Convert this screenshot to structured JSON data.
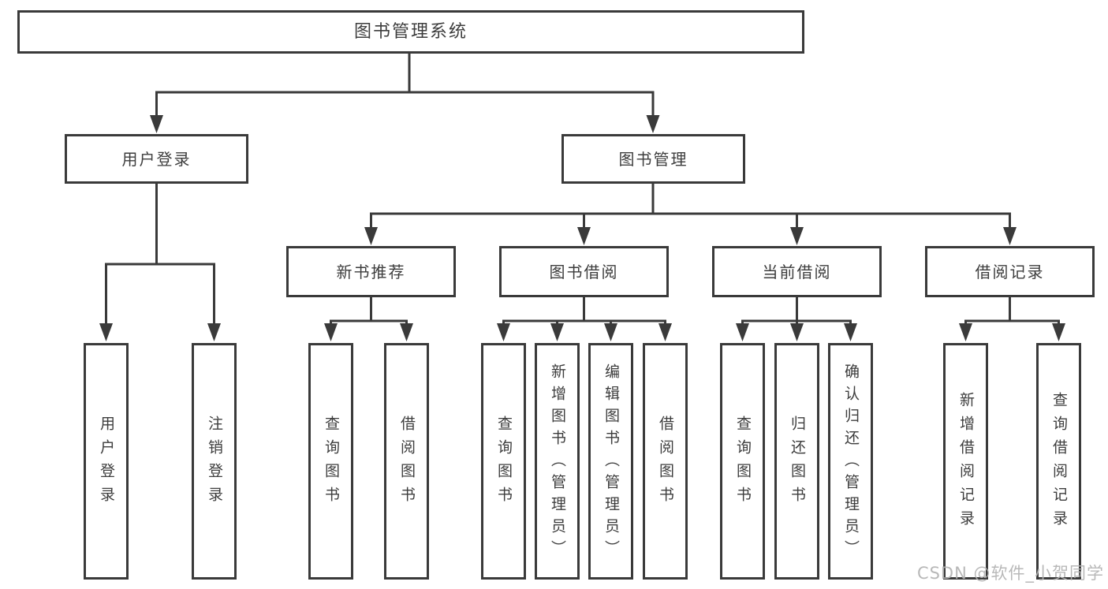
{
  "colors": {
    "line": "#3a3a3a",
    "box_border": "#3a3a3a",
    "text": "#3d3d3d",
    "background": "#ffffff",
    "watermark": "#b3b3b3"
  },
  "diagram": {
    "root": {
      "label": "图书管理系统"
    },
    "branches": [
      {
        "label": "用户登录",
        "children": [
          {
            "label": "用户登录"
          },
          {
            "label": "注销登录"
          }
        ]
      },
      {
        "label": "图书管理",
        "children": [
          {
            "label": "新书推荐",
            "children": [
              {
                "label": "查询图书"
              },
              {
                "label": "借阅图书"
              }
            ]
          },
          {
            "label": "图书借阅",
            "children": [
              {
                "label": "查询图书"
              },
              {
                "label": "新增图书（管理员）"
              },
              {
                "label": "编辑图书（管理员）"
              },
              {
                "label": "借阅图书"
              }
            ]
          },
          {
            "label": "当前借阅",
            "children": [
              {
                "label": "查询图书"
              },
              {
                "label": "归还图书"
              },
              {
                "label": "确认归还（管理员）"
              }
            ]
          },
          {
            "label": "借阅记录",
            "children": [
              {
                "label": "新增借阅记录"
              },
              {
                "label": "查询借阅记录"
              }
            ]
          }
        ]
      }
    ]
  },
  "watermark": {
    "text": "CSDN @软件_小贺同学"
  }
}
